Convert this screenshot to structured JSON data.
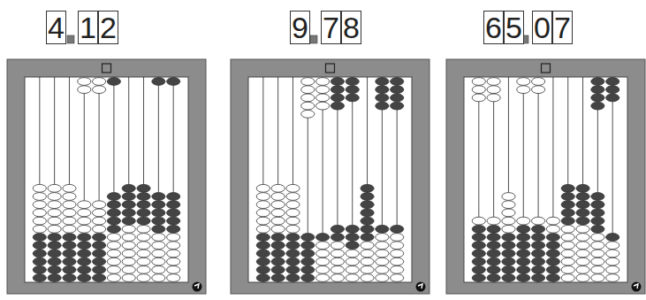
{
  "diagram": {
    "nodes": [
      {
        "text": [
          "4"
        ]
      },
      {
        "text": [
          "1"
        ]
      },
      {
        "text": [
          "2"
        ]
      },
      {
        "text": [
          "9"
        ]
      },
      {
        "text": [
          "7"
        ]
      },
      {
        "text": [
          "8"
        ]
      },
      {
        "text": [
          "6"
        ]
      },
      {
        "text": [
          "5"
        ]
      },
      {
        "text": [
          "0"
        ]
      },
      {
        "text": [
          "7"
        ]
      }
    ]
  }
}
